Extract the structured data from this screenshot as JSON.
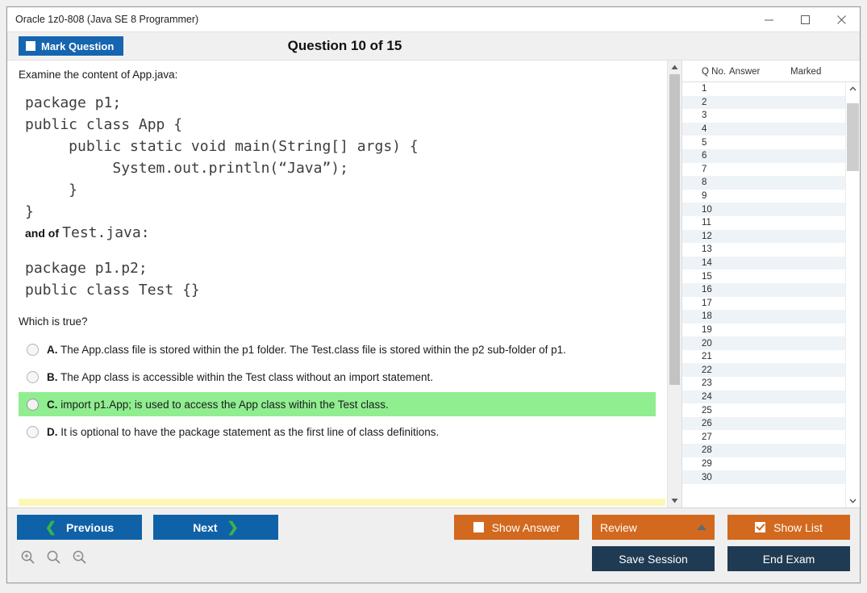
{
  "window": {
    "title": "Oracle 1z0-808 (Java SE 8 Programmer)",
    "minimize_label": "minimize",
    "maximize_label": "maximize",
    "close_label": "close"
  },
  "header": {
    "mark_question_label": "Mark Question",
    "mark_question_checked": false,
    "question_title": "Question 10 of 15"
  },
  "question": {
    "intro": "Examine the content of App.java:",
    "code_block_1": "package p1;\npublic class App {\n     public static void main(String[] args) {\n          System.out.println(“Java”);\n     }\n}",
    "mid_label": "and of",
    "mid_file": "Test.java:",
    "code_block_2": "package p1.p2;\npublic class Test {}",
    "prompt": "Which is true?",
    "options": [
      {
        "letter": "A.",
        "text": "The App.class file is stored within the p1 folder. The Test.class file is stored within the p2 sub-folder of p1.",
        "selected": false,
        "correct": false
      },
      {
        "letter": "B.",
        "text": "The App class is accessible within the Test class without an import statement.",
        "selected": false,
        "correct": false
      },
      {
        "letter": "C.",
        "text": "import p1.App; is used to access the App class within the Test class.",
        "selected": false,
        "correct": true
      },
      {
        "letter": "D.",
        "text": "It is optional to have the package statement as the first line of class definitions.",
        "selected": false,
        "correct": false
      }
    ]
  },
  "list_panel": {
    "columns": [
      "Q No.",
      "Answer",
      "Marked"
    ],
    "rows": [
      {
        "no": "1",
        "answer": "",
        "marked": ""
      },
      {
        "no": "2",
        "answer": "",
        "marked": ""
      },
      {
        "no": "3",
        "answer": "",
        "marked": ""
      },
      {
        "no": "4",
        "answer": "",
        "marked": ""
      },
      {
        "no": "5",
        "answer": "",
        "marked": ""
      },
      {
        "no": "6",
        "answer": "",
        "marked": ""
      },
      {
        "no": "7",
        "answer": "",
        "marked": ""
      },
      {
        "no": "8",
        "answer": "",
        "marked": ""
      },
      {
        "no": "9",
        "answer": "",
        "marked": ""
      },
      {
        "no": "10",
        "answer": "",
        "marked": ""
      },
      {
        "no": "11",
        "answer": "",
        "marked": ""
      },
      {
        "no": "12",
        "answer": "",
        "marked": ""
      },
      {
        "no": "13",
        "answer": "",
        "marked": ""
      },
      {
        "no": "14",
        "answer": "",
        "marked": ""
      },
      {
        "no": "15",
        "answer": "",
        "marked": ""
      },
      {
        "no": "16",
        "answer": "",
        "marked": ""
      },
      {
        "no": "17",
        "answer": "",
        "marked": ""
      },
      {
        "no": "18",
        "answer": "",
        "marked": ""
      },
      {
        "no": "19",
        "answer": "",
        "marked": ""
      },
      {
        "no": "20",
        "answer": "",
        "marked": ""
      },
      {
        "no": "21",
        "answer": "",
        "marked": ""
      },
      {
        "no": "22",
        "answer": "",
        "marked": ""
      },
      {
        "no": "23",
        "answer": "",
        "marked": ""
      },
      {
        "no": "24",
        "answer": "",
        "marked": ""
      },
      {
        "no": "25",
        "answer": "",
        "marked": ""
      },
      {
        "no": "26",
        "answer": "",
        "marked": ""
      },
      {
        "no": "27",
        "answer": "",
        "marked": ""
      },
      {
        "no": "28",
        "answer": "",
        "marked": ""
      },
      {
        "no": "29",
        "answer": "",
        "marked": ""
      },
      {
        "no": "30",
        "answer": "",
        "marked": ""
      }
    ]
  },
  "footer": {
    "previous_label": "Previous",
    "next_label": "Next",
    "show_answer_label": "Show Answer",
    "show_answer_checked": false,
    "review_label": "Review",
    "show_list_label": "Show List",
    "show_list_checked": true,
    "save_session_label": "Save Session",
    "end_exam_label": "End Exam",
    "zoom_icons": [
      "zoom-in-icon",
      "zoom-reset-icon",
      "zoom-out-icon"
    ]
  },
  "colors": {
    "accent_blue": "#0f62a8",
    "accent_orange": "#d2691e",
    "accent_dark": "#1f3a53",
    "correct_green": "#90ee90",
    "chevron_green": "#39b54a",
    "highlight_yellow": "#fcf7b6"
  }
}
